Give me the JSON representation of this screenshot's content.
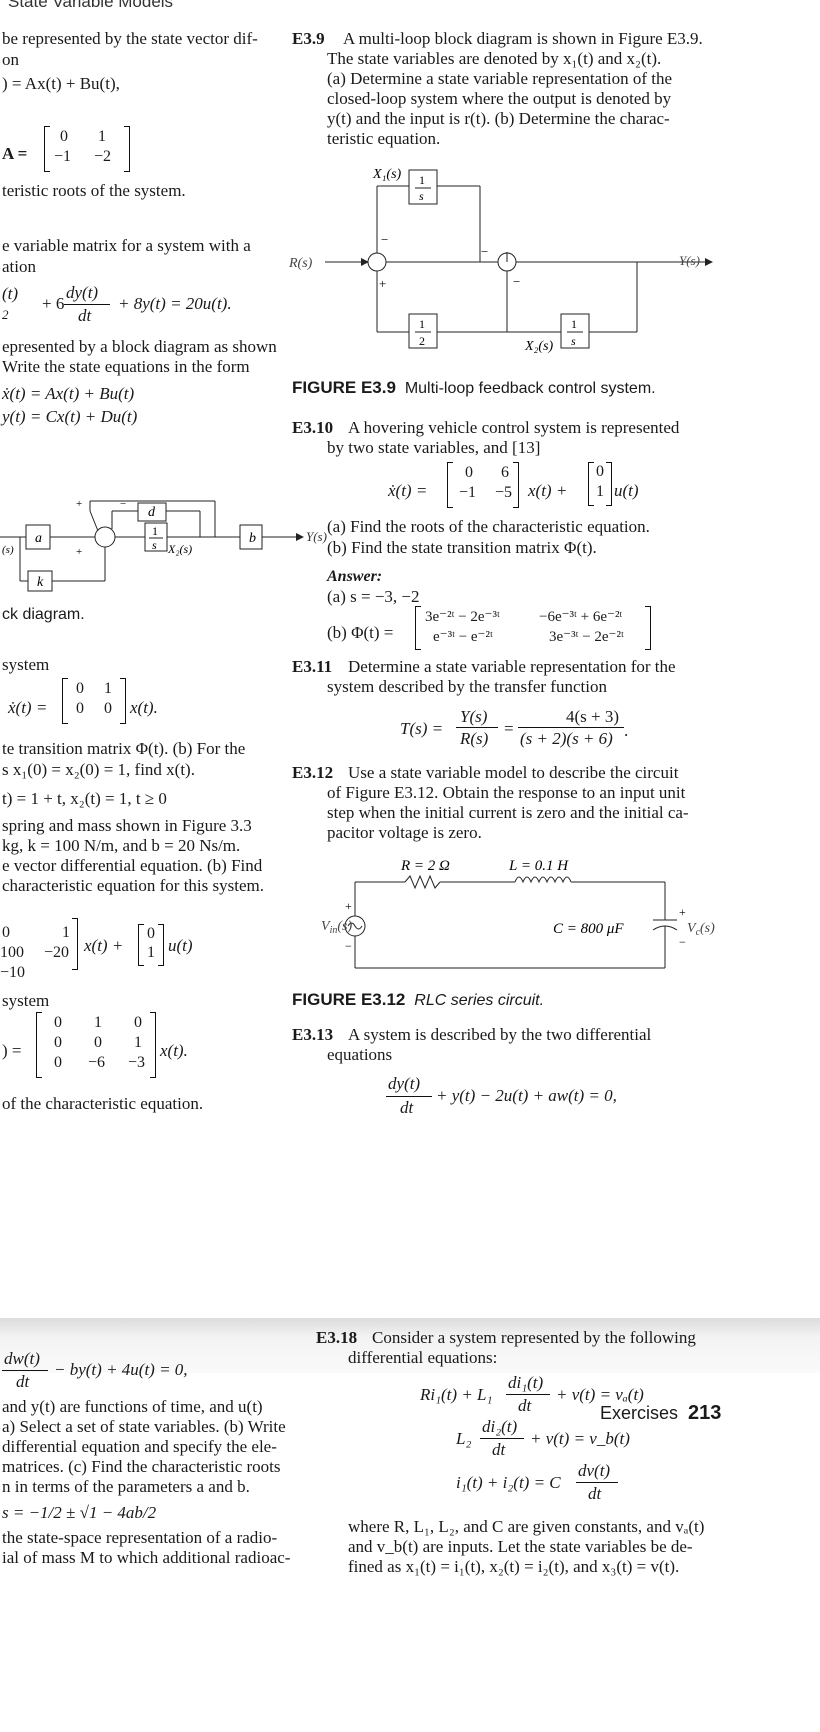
{
  "header_left": "State Variable Models",
  "left_top": {
    "l1": "be represented by the state vector dif-",
    "l2": "on",
    "eq1": ") = Ax(t) + Bu(t),",
    "A_label": "A =",
    "A": [
      [
        "0",
        "1"
      ],
      [
        "−1",
        "−2"
      ]
    ],
    "l3": "teristic roots of the system.",
    "l4": "e variable matrix for a system with a",
    "l5": "ation",
    "eq2a": "(t)",
    "eq2b": "+ 6",
    "eq2c": "dy(t)",
    "eq2d": "dt",
    "eq2e": "+ 8y(t) = 20u(t).",
    "eq2f": "2",
    "l6": "epresented by a block diagram as shown",
    "l7": "Write the state equations in the form",
    "eq3": "ẋ(t) = Ax(t) + Bu(t)",
    "eq4": "y(t) = Cx(t) + Du(t)"
  },
  "left_diagram": {
    "a": "a",
    "k": "k",
    "d": "d",
    "b": "b",
    "one": "1",
    "s": "s",
    "x2": "X₂(s)",
    "y": "Y(s)",
    "u": "(s)",
    "plus": "+",
    "minus": "−"
  },
  "left_mid": {
    "cap": "ck diagram.",
    "l1": "system",
    "eq": "ẋ(t) =",
    "M": [
      [
        "0",
        "1"
      ],
      [
        "0",
        "0"
      ]
    ],
    "eq_tail": "x(t).",
    "l2": "te transition matrix Φ(t). (b) For the",
    "l3": "s x₁(0) = x₂(0) = 1, find x(t).",
    "l4": "t) = 1 + t, x₂(t) = 1, t ≥ 0",
    "l5": "spring and mass shown in Figure 3.3",
    "l6": "kg, k = 100 N/m, and b = 20 Ns/m.",
    "l7": "e vector differential equation. (b) Find",
    "l8": "characteristic equation for this system.",
    "m1": [
      "0",
      "1"
    ],
    "m2": [
      "100",
      "−20"
    ],
    "B": [
      "0",
      "1"
    ],
    "mid": "x(t) +",
    "utail": "u(t)",
    "m3": "−10",
    "l9": "system",
    "eq5": ") =",
    "M3": [
      [
        "0",
        "1",
        "0"
      ],
      [
        "0",
        "0",
        "1"
      ],
      [
        "0",
        "−6",
        "−3"
      ]
    ],
    "eq5tail": "x(t).",
    "l10": "of the characteristic equation."
  },
  "e39": {
    "num": "E3.9",
    "lines": [
      "A multi-loop block diagram is shown in Figure E3.9.",
      "The state variables are denoted by x₁(t) and x₂(t).",
      "(a) Determine a state variable representation of the",
      "closed-loop system where the output is denoted by",
      "y(t) and the input is r(t). (b) Determine the charac-",
      "teristic equation."
    ]
  },
  "fig39": {
    "x1": "X₁(s)",
    "x2": "X₂(s)",
    "r": "R(s)",
    "y": "Y(s)",
    "one": "1",
    "two": "2",
    "s": "s",
    "plus": "+",
    "minus": "−",
    "caption_num": "FIGURE E3.9",
    "caption_text": "Multi-loop feedback control system."
  },
  "e310": {
    "num": "E3.10",
    "l1": "A hovering vehicle control system is represented",
    "l2": "by two state variables, and [13]",
    "eq_lhs": "ẋ(t) =",
    "A": [
      [
        "0",
        "6"
      ],
      [
        "−1",
        "−5"
      ]
    ],
    "mid": "x(t) +",
    "B": [
      "0",
      "1"
    ],
    "tail": "u(t)",
    "a": "(a) Find the roots of the characteristic equation.",
    "b": "(b) Find the state transition matrix Φ(t).",
    "answer": "Answer:",
    "ans_a": "(a) s = −3, −2",
    "ans_b": "(b) Φ(t) =",
    "P": [
      [
        "3e⁻²ᵗ − 2e⁻³ᵗ",
        "−6e⁻³ᵗ + 6e⁻²ᵗ"
      ],
      [
        "e⁻³ᵗ − e⁻²ᵗ",
        "3e⁻³ᵗ − 2e⁻²ᵗ"
      ]
    ]
  },
  "e311": {
    "num": "E3.11",
    "l1": "Determine a state variable representation for the",
    "l2": "system described by the transfer function",
    "lhs": "T(s) =",
    "f1n": "Y(s)",
    "f1d": "R(s)",
    "eq": "=",
    "f2n": "4(s + 3)",
    "f2d": "(s + 2)(s + 6)",
    "dot": "."
  },
  "e312": {
    "num": "E3.12",
    "lines": [
      "Use a state variable model to describe the circuit",
      "of Figure E3.12. Obtain the response to an input unit",
      "step when the initial current is zero and the initial ca-",
      "pacitor voltage is zero."
    ]
  },
  "fig312": {
    "r": "R = 2 Ω",
    "l": "L = 0.1 H",
    "c": "C = 800 μF",
    "vin": "V",
    "vin_sub": "in",
    "vin_tail": "(s)",
    "vc": "V",
    "vc_sub": "c",
    "vc_tail": "(s)",
    "plus": "+",
    "minus": "−",
    "caption_num": "FIGURE E3.12",
    "caption_text": "RLC series circuit."
  },
  "e313": {
    "num": "E3.13",
    "l1": "A system is described by the two differential",
    "l2": "equations",
    "dn": "dy(t)",
    "dd": "dt",
    "tail": "+ y(t) − 2u(t) + aw(t) = 0,"
  },
  "page2_header": {
    "label": "Exercises",
    "page": "213"
  },
  "p2_left": {
    "dn": "dw(t)",
    "dd": "dt",
    "tail": "− by(t) + 4u(t) = 0,",
    "lines": [
      "and y(t) are functions of time, and u(t)",
      "a) Select a set of state variables. (b) Write",
      "differential equation and specify the ele-",
      "matrices. (c) Find the characteristic roots",
      "n in terms of the parameters a and b."
    ],
    "ans": "s = −1/2 ± √1 − 4ab/2",
    "l_end1": "the state-space representation of a radio-",
    "l_end2": "ial of mass M to which additional radioac-"
  },
  "e318": {
    "num": "E3.18",
    "l1": "Consider a system represented by the following",
    "l2": "differential equations:",
    "eq1a": "Ri₁(t) + L₁",
    "eq1n": "di₁(t)",
    "eq1d": "dt",
    "eq1b": "+ v(t) = vₐ(t)",
    "eq2a": "L₂",
    "eq2n": "di₂(t)",
    "eq2d": "dt",
    "eq2b": "+ v(t) = v_b(t)",
    "eq3a": "i₁(t) + i₂(t) = C",
    "eq3n": "dv(t)",
    "eq3d": "dt",
    "l3": "where R, L₁, L₂, and C are given constants, and vₐ(t)",
    "l4": "and v_b(t) are inputs. Let the state variables be de-",
    "l5": "fined as x₁(t) = i₁(t), x₂(t) = i₂(t), and x₃(t) = v(t)."
  }
}
